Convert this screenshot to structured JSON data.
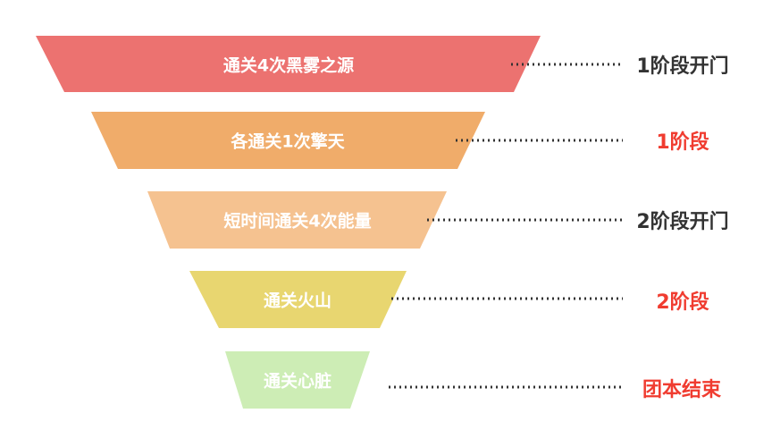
{
  "funnel": [
    {
      "label": "通关4次黑雾之源",
      "color": "#EC7270",
      "note": "1阶段开门",
      "note_color": "#333333"
    },
    {
      "label": "各通关1次擎天",
      "color": "#F0AC6A",
      "note": "1阶段",
      "note_color": "#F03C30"
    },
    {
      "label": "短时间通关4次能量",
      "color": "#F5C290",
      "note": "2阶段开门",
      "note_color": "#333333"
    },
    {
      "label": "通关火山",
      "color": "#E8D670",
      "note": "2阶段",
      "note_color": "#F03C30"
    },
    {
      "label": "通关心脏",
      "color": "#CDEDB5",
      "note": "团本结束",
      "note_color": "#F03C30"
    }
  ]
}
